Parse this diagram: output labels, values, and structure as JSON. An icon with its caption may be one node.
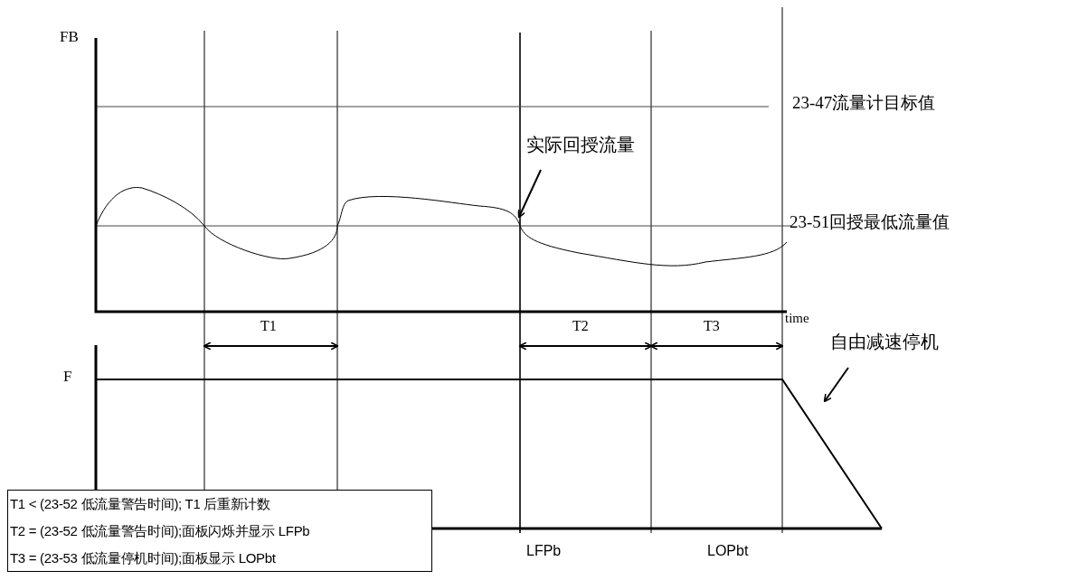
{
  "diagram": {
    "nodes": [
      {
        "text": [
          "实际回授流量"
        ]
      },
      {
        "text": [
          "自由减速停机"
        ]
      },
      {
        "text": [
          "T1 < (23-52 低流量警告时间); T1 后重新计数",
          "T2 = (23-52 低流量警告时间);面板闪烁并显示 LFPb",
          "T3 = (23-53 低流量停机时间);面板显示 LOPbt"
        ]
      }
    ],
    "edges": [
      {
        "from": 0,
        "to": null,
        "arrow": "to"
      },
      {
        "from": 1,
        "to": null,
        "arrow": "to"
      }
    ],
    "labels": [
      "FB",
      "23-47流量计目标值",
      "23-51回授最低流量值",
      "T1",
      "T2",
      "T3",
      "time",
      "F",
      "LFPb",
      "LOPbt"
    ]
  }
}
